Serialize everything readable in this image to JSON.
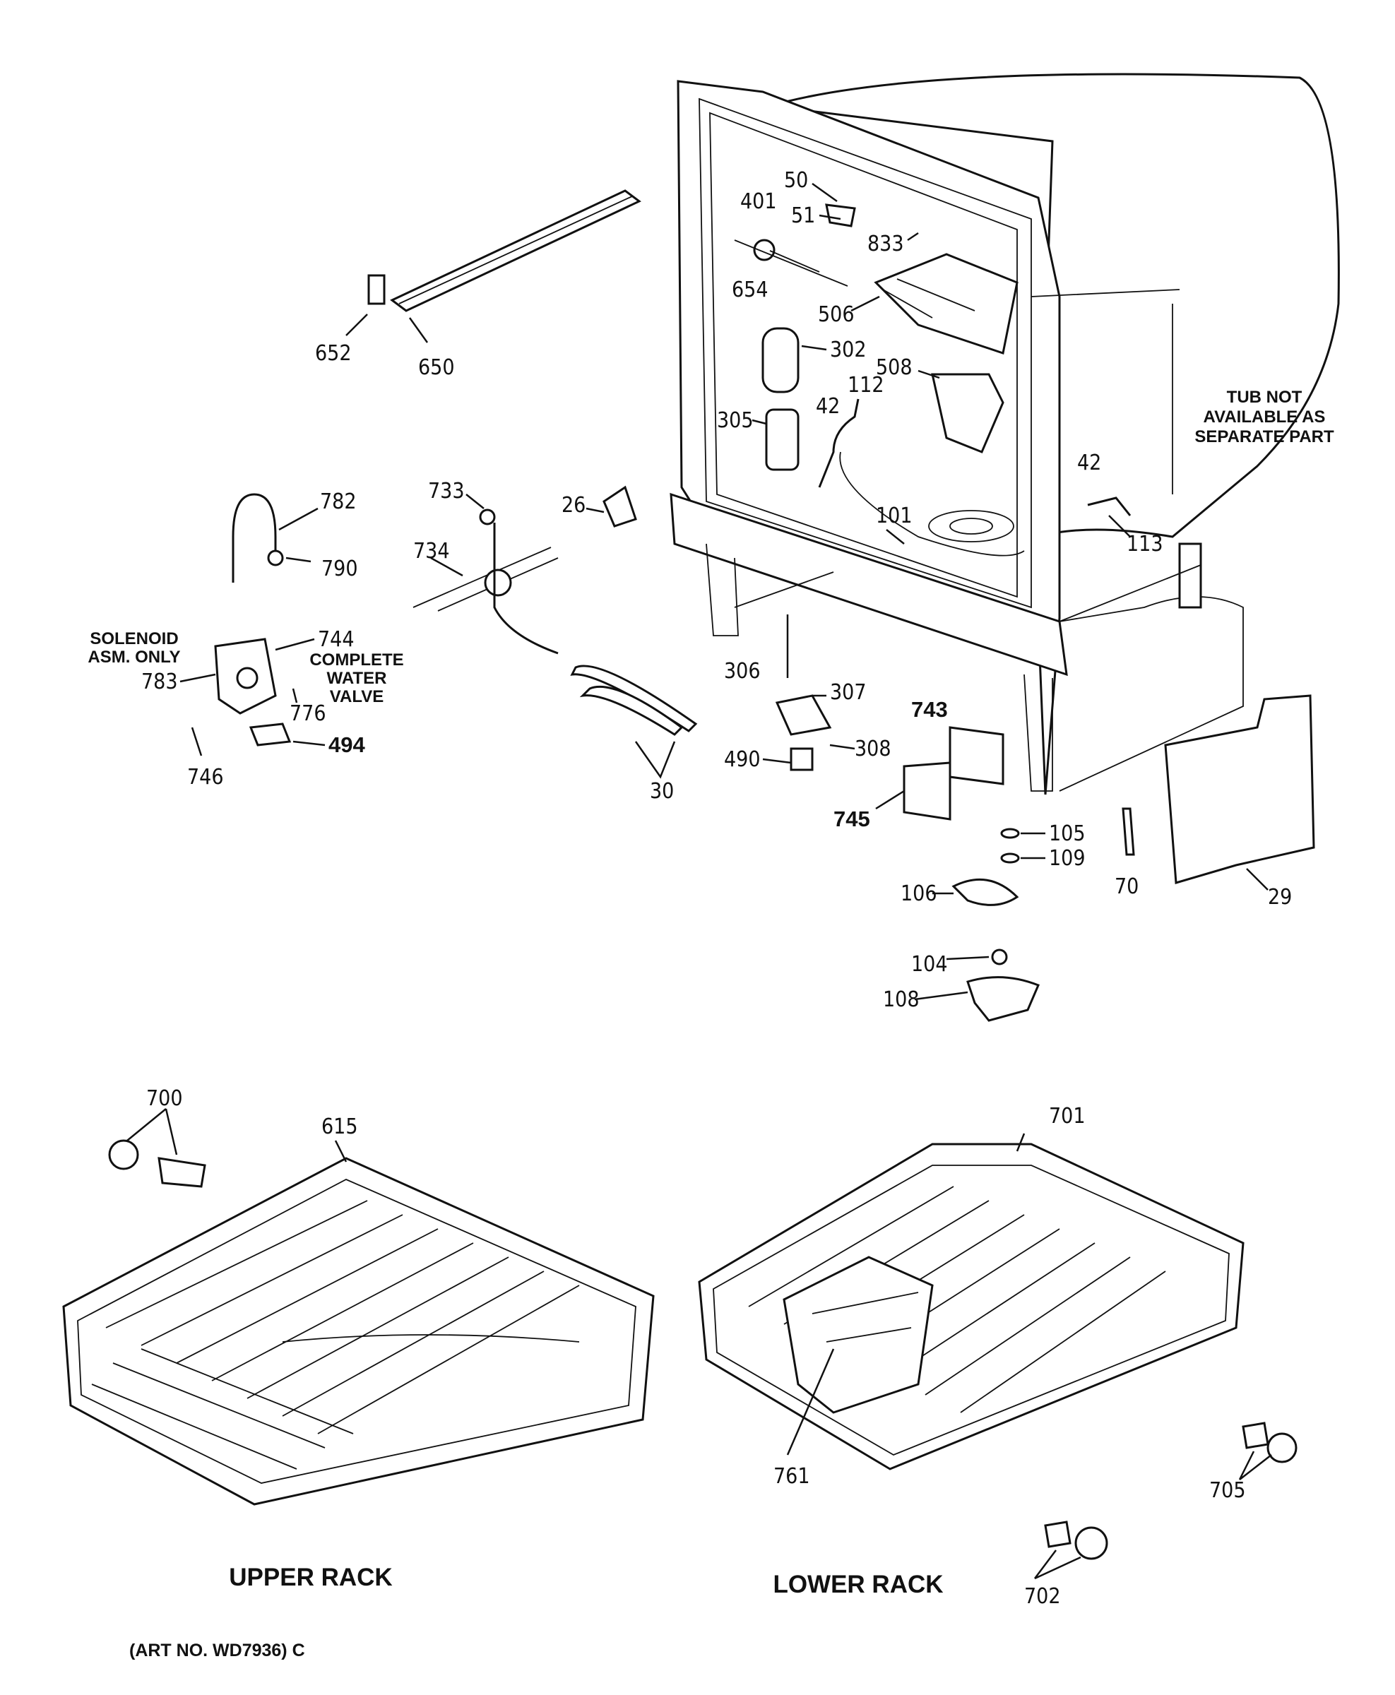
{
  "labels": {
    "p650": "650",
    "p652": "652",
    "p50": "50",
    "p51": "51",
    "p401": "401",
    "p833": "833",
    "p654": "654",
    "p506": "506",
    "p302": "302",
    "p508": "508",
    "p112": "112",
    "p305": "305",
    "p42a": "42",
    "p42b": "42",
    "p101": "101",
    "p113": "113",
    "p26": "26",
    "p733": "733",
    "p734": "734",
    "p782": "782",
    "p790": "790",
    "p744": "744",
    "p783": "783",
    "p776": "776",
    "p746": "746",
    "p494": "494",
    "p30": "30",
    "p306": "306",
    "p307": "307",
    "p308": "308",
    "p490": "490",
    "p743": "743",
    "p745": "745",
    "p105": "105",
    "p109": "109",
    "p70": "70",
    "p29": "29",
    "p106": "106",
    "p104": "104",
    "p108": "108",
    "p700": "700",
    "p615": "615",
    "p701": "701",
    "p761": "761",
    "p705": "705",
    "p702": "702"
  },
  "notes": {
    "tub_line1": "TUB NOT",
    "tub_line2": "AVAILABLE AS",
    "tub_line3": "SEPARATE PART",
    "solenoid_line1": "SOLENOID",
    "solenoid_line2": "ASM. ONLY",
    "valve_line1": "COMPLETE",
    "valve_line2": "WATER",
    "valve_line3": "VALVE"
  },
  "captions": {
    "upper_rack": "UPPER RACK",
    "lower_rack": "LOWER RACK",
    "art_no": "(ART NO. WD7936) C"
  }
}
